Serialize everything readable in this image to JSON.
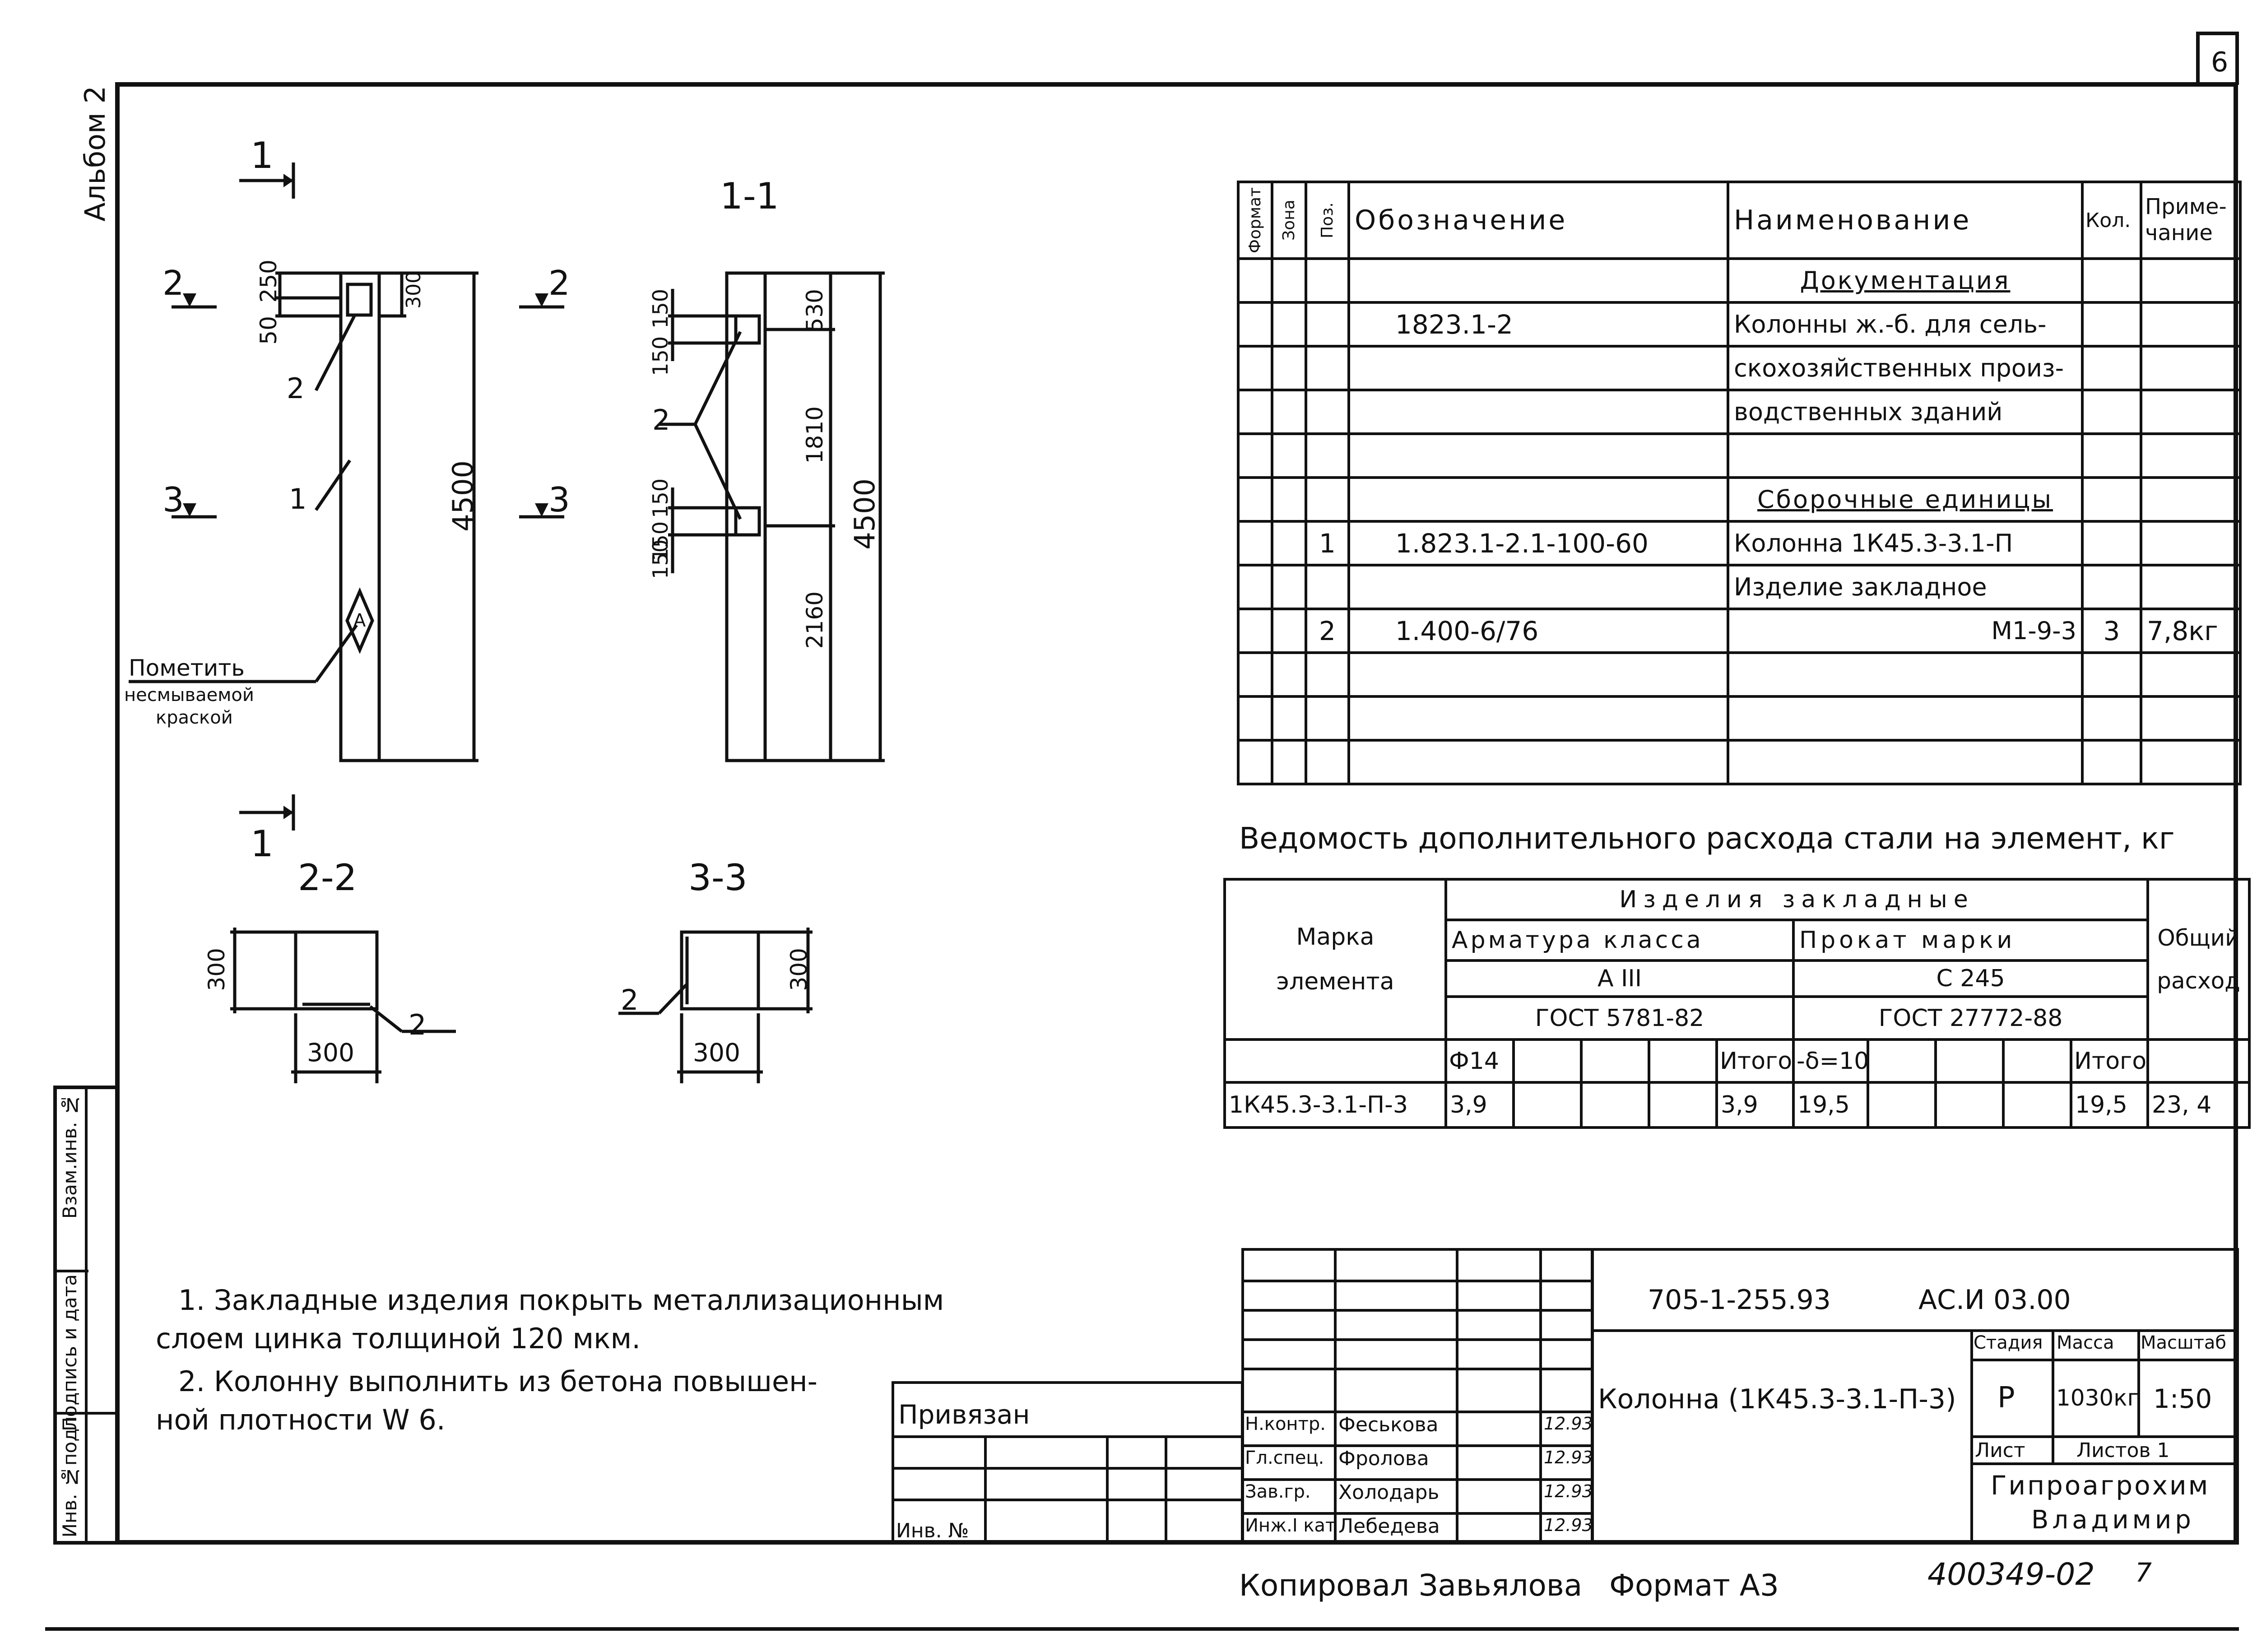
{
  "page_number": "6",
  "album_label": "Альбом 2",
  "side_stamp": [
    "Инв. №подл",
    "Подпись и дата",
    "Взам.инв. №"
  ],
  "drawings": {
    "section_1_1_mark": "1",
    "section_1_1_title": "1-1",
    "section_2_2_title": "2-2",
    "section_3_3_title": "3-3",
    "mark_2": "2",
    "mark_3": "3",
    "label_1": "1",
    "label_2": "2",
    "dims_elev": [
      "250",
      "50",
      "300",
      "4500"
    ],
    "dims_section": [
      "150",
      "150",
      "150",
      "150",
      "150",
      "530",
      "1810",
      "4500",
      "2160"
    ],
    "dim_300": "300",
    "mark_label": "А",
    "note_paint": [
      "Пометить",
      "несмываемой",
      "краской"
    ]
  },
  "spec_table": {
    "headers": [
      "Формат",
      "Зона",
      "Поз.",
      "Обозначение",
      "Наименование",
      "Кол.",
      "Приме-чание"
    ],
    "rows": [
      [
        "",
        "",
        "",
        "",
        "Документация",
        "",
        ""
      ],
      [
        "",
        "",
        "",
        "1823.1-2",
        "Колонны ж.-б. для сель-",
        "",
        ""
      ],
      [
        "",
        "",
        "",
        "",
        "скохозяйственных произ-",
        "",
        ""
      ],
      [
        "",
        "",
        "",
        "",
        "водственных зданий",
        "",
        ""
      ],
      [
        "",
        "",
        "",
        "",
        "",
        "",
        ""
      ],
      [
        "",
        "",
        "",
        "",
        "Сборочные единицы",
        "",
        ""
      ],
      [
        "",
        "",
        "1",
        "1.823.1-2.1-100-60",
        "Колонна 1К45.3-3.1-П",
        "",
        ""
      ],
      [
        "",
        "",
        "",
        "",
        "Изделие закладное",
        "",
        ""
      ],
      [
        "",
        "",
        "2",
        "1.400-6/76",
        "М1-9-3",
        "3",
        "7,8кг"
      ],
      [
        "",
        "",
        "",
        "",
        "",
        "",
        ""
      ],
      [
        "",
        "",
        "",
        "",
        "",
        "",
        ""
      ],
      [
        "",
        "",
        "",
        "",
        "",
        "",
        ""
      ]
    ]
  },
  "steel": {
    "title": "Ведомость дополнительного расхода стали на элемент, кг",
    "header_mark": [
      "Марка",
      "элемента"
    ],
    "header_embedded": "Изделия закладные",
    "header_rebar": "Арматура класса",
    "rebar_class": "А III",
    "rebar_gost": "ГОСТ 5781-82",
    "header_rolled": "Прокат марки",
    "rolled_grade": "С 245",
    "rolled_gost": "ГОСТ 27772-88",
    "header_total": [
      "Общий",
      "расход"
    ],
    "subheaders": [
      "Ф14",
      "",
      "",
      "",
      "Итого",
      "-δ=10",
      "",
      "",
      "",
      "Итого"
    ],
    "row": [
      "1К45.3-3.1-П-3",
      "3,9",
      "",
      "",
      "",
      "3,9",
      "19,5",
      "",
      "",
      "",
      "19,5",
      "23, 4"
    ]
  },
  "notes": [
    "1. Закладные изделия покрыть металлизационным",
    "слоем цинка толщиной 120 мкм.",
    "2. Колонну выполнить из бетона повышен-",
    "ной плотности W 6."
  ],
  "title_block": {
    "privyazan": "Привязан",
    "inv_no": "Инв. №",
    "code": "705-1-255.93",
    "doc": "АС.И 03.00",
    "name": "Колонна (1К45.3-3.1-П-3)",
    "stage_h": "Стадия",
    "mass_h": "Масса",
    "scale_h": "Масштаб",
    "stage": "Р",
    "mass": "1030кг",
    "scale": "1:50",
    "sheet_h": "Лист",
    "sheets_h": "Листов 1",
    "org": [
      "Гипроагрохим",
      "Владимир"
    ],
    "staff": [
      {
        "role": "Н.контр.",
        "name": "Феськова",
        "date": "12.93"
      },
      {
        "role": "Гл.спец.",
        "name": "Фролова",
        "date": "12.93"
      },
      {
        "role": "Зав.гр.",
        "name": "Холодарь",
        "date": "12.93"
      },
      {
        "role": "Инж.I кат",
        "name": "Лебедева",
        "date": "12.93"
      }
    ]
  },
  "footer": {
    "copied": "Копировал Завьялова",
    "format": "Формат А3",
    "archive": "400349-02",
    "archive_suffix": "7"
  }
}
